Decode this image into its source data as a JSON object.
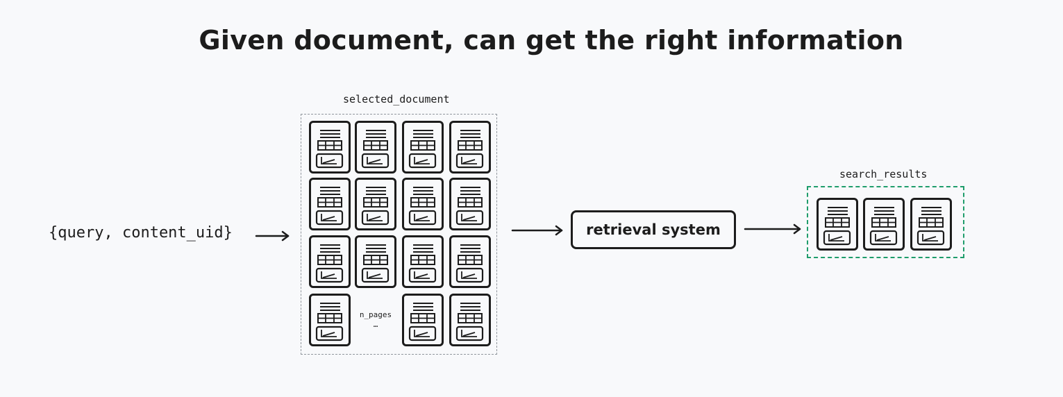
{
  "title": "Given document, can get the right information",
  "query_text": "{query, content_uid}",
  "selected_document_label": "selected_document",
  "search_results_label": "search_results",
  "retrieval_label": "retrieval system",
  "n_pages_label": "n_pages",
  "ellipsis": "…"
}
